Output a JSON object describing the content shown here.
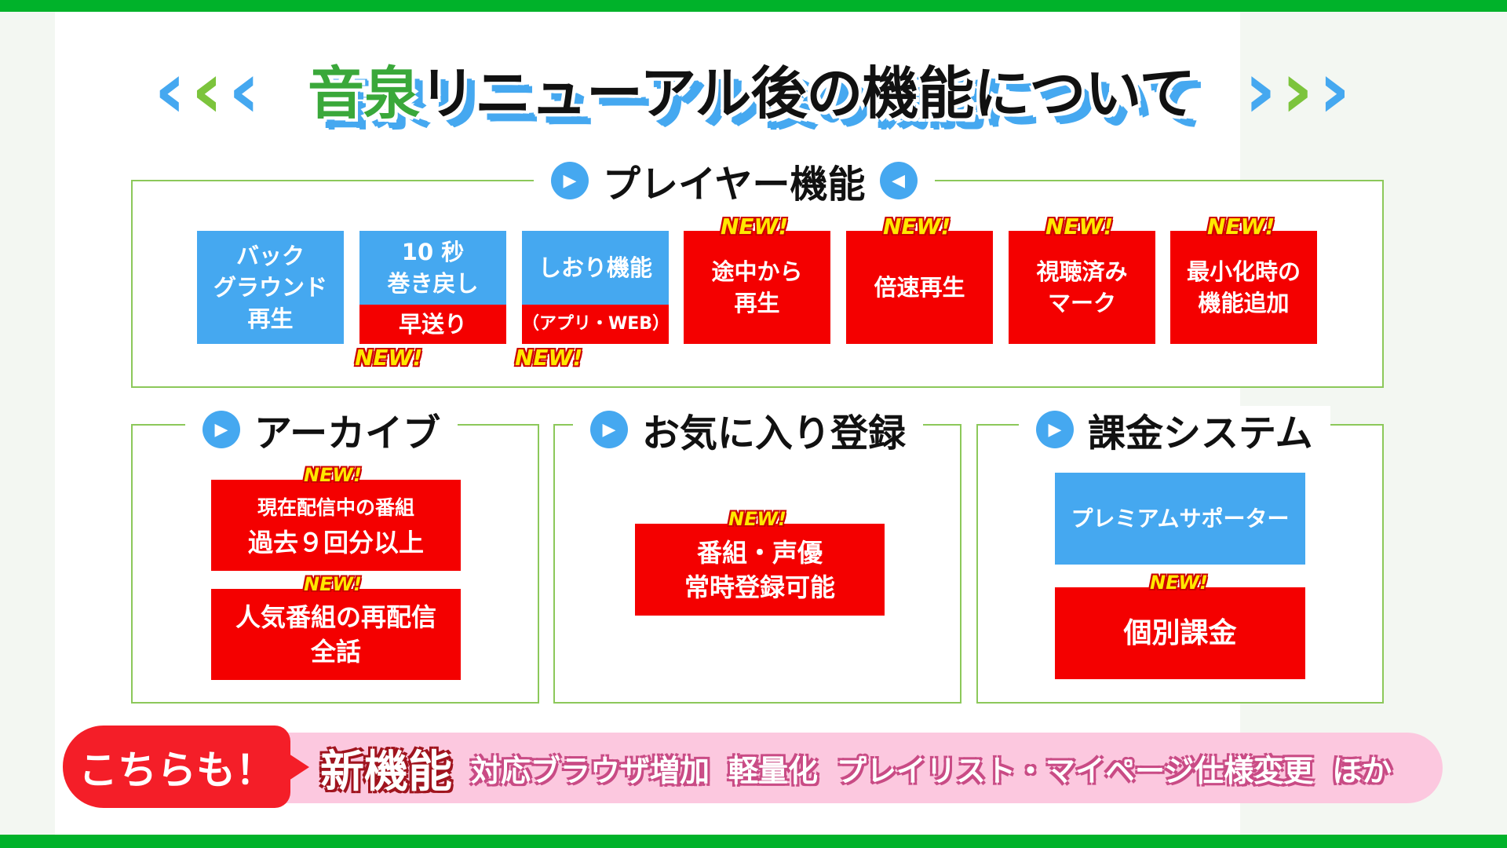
{
  "title": {
    "logo": "音泉",
    "text": "リニューアル後の機能について"
  },
  "player": {
    "heading": "プレイヤー機能",
    "cards": [
      {
        "lines": [
          "バック",
          "グラウンド",
          "再生"
        ]
      },
      {
        "top": [
          "10 秒",
          "巻き戻し"
        ],
        "bottom": "早送り",
        "new": "NEW!"
      },
      {
        "top": [
          "しおり機能"
        ],
        "bottom": "（アプリ・WEB）",
        "new": "NEW!"
      },
      {
        "lines": [
          "途中から",
          "再生"
        ],
        "new": "NEW!"
      },
      {
        "lines": [
          "倍速再生"
        ],
        "new": "NEW!"
      },
      {
        "lines": [
          "視聴済み",
          "マーク"
        ],
        "new": "NEW!"
      },
      {
        "lines": [
          "最小化時の",
          "機能追加"
        ],
        "new": "NEW!"
      }
    ]
  },
  "archive": {
    "heading": "アーカイブ",
    "items": [
      {
        "line1": "現在配信中の番組",
        "line2": "過去９回分以上",
        "new": "NEW!"
      },
      {
        "line1": "人気番組の再配信",
        "line2": "全話",
        "new": "NEW!"
      }
    ]
  },
  "favorites": {
    "heading": "お気に入り登録",
    "item": {
      "line1": "番組・声優",
      "line2": "常時登録可能",
      "new": "NEW!"
    }
  },
  "billing": {
    "heading": "課金システム",
    "premium": "プレミアムサポーター",
    "individual": "個別課金",
    "new": "NEW!"
  },
  "footer": {
    "badge": "こちらも！",
    "label": "新機能",
    "items": [
      "対応ブラウザ増加",
      "軽量化",
      "プレイリスト・マイページ仕様変更",
      "ほか"
    ]
  }
}
